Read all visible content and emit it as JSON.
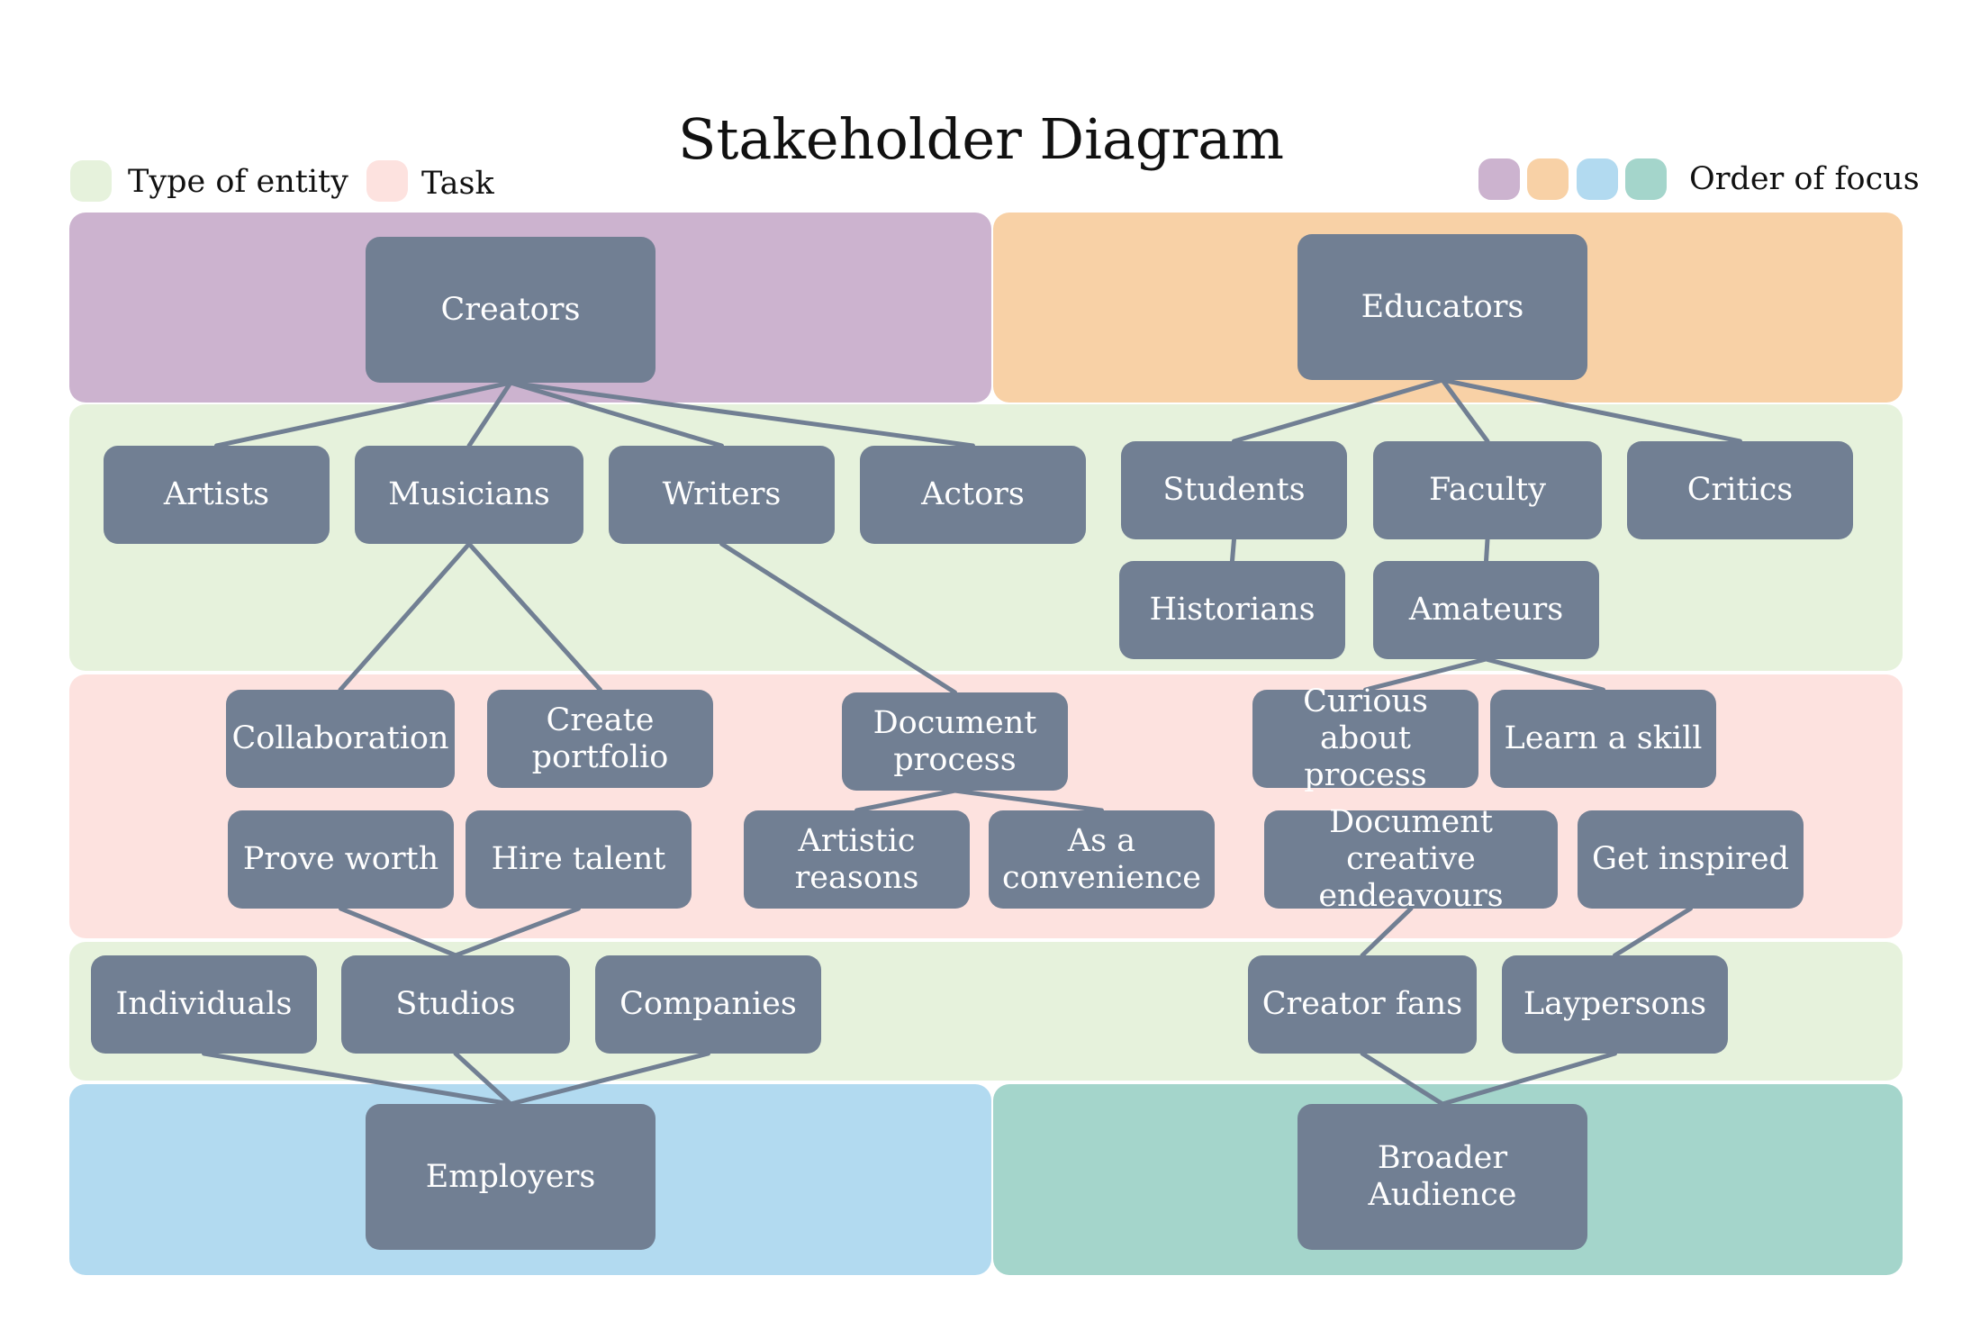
{
  "title": "Stakeholder Diagram",
  "legend": {
    "entity_label": "Type of entity",
    "task_label": "Task",
    "order_label": "Order of focus",
    "entity_color": "#e6f2dc",
    "task_color": "#fde2df",
    "order_colors": [
      "#ccb3cf",
      "#f8d1a6",
      "#b2daf0",
      "#a4d5cb"
    ]
  },
  "colors": {
    "node": "#717f93",
    "edge": "#717f93",
    "entity_band": "#e6f2dc",
    "task_band": "#fde2df",
    "creators_band": "#ccb3cf",
    "educators_band": "#f8d1a6",
    "employers_band": "#b2daf0",
    "audience_band": "#a4d5cb"
  },
  "nodes": {
    "creators": "Creators",
    "educators": "Educators",
    "employers": "Employers",
    "broader_audience": "Broader Audience",
    "artists": "Artists",
    "musicians": "Musicians",
    "writers": "Writers",
    "actors": "Actors",
    "students": "Students",
    "faculty": "Faculty",
    "critics": "Critics",
    "historians": "Historians",
    "amateurs": "Amateurs",
    "collaboration": "Collaboration",
    "create_portfolio": "Create\nportfolio",
    "document_process": "Document\nprocess",
    "curious_about_process": "Curious about\nprocess",
    "learn_a_skill": "Learn a skill",
    "prove_worth": "Prove worth",
    "hire_talent": "Hire talent",
    "artistic_reasons": "Artistic\nreasons",
    "as_a_convenience": "As a\nconvenience",
    "document_creative_endeavours": "Document creative\nendeavours",
    "get_inspired": "Get inspired",
    "individuals": "Individuals",
    "studios": "Studios",
    "companies": "Companies",
    "creator_fans": "Creator fans",
    "laypersons": "Laypersons"
  },
  "edges": [
    [
      "creators",
      "artists"
    ],
    [
      "creators",
      "musicians"
    ],
    [
      "creators",
      "writers"
    ],
    [
      "creators",
      "actors"
    ],
    [
      "educators",
      "students"
    ],
    [
      "educators",
      "faculty"
    ],
    [
      "educators",
      "critics"
    ],
    [
      "students",
      "historians"
    ],
    [
      "faculty",
      "amateurs"
    ],
    [
      "musicians",
      "collaboration"
    ],
    [
      "musicians",
      "create_portfolio"
    ],
    [
      "writers",
      "document_process"
    ],
    [
      "amateurs",
      "curious_about_process"
    ],
    [
      "amateurs",
      "learn_a_skill"
    ],
    [
      "document_process",
      "artistic_reasons"
    ],
    [
      "document_process",
      "as_a_convenience"
    ],
    [
      "prove_worth",
      "studios"
    ],
    [
      "hire_talent",
      "studios"
    ],
    [
      "document_creative_endeavours",
      "creator_fans"
    ],
    [
      "get_inspired",
      "laypersons"
    ],
    [
      "individuals",
      "employers"
    ],
    [
      "studios",
      "employers"
    ],
    [
      "companies",
      "employers"
    ],
    [
      "creator_fans",
      "broader_audience"
    ],
    [
      "laypersons",
      "broader_audience"
    ]
  ]
}
